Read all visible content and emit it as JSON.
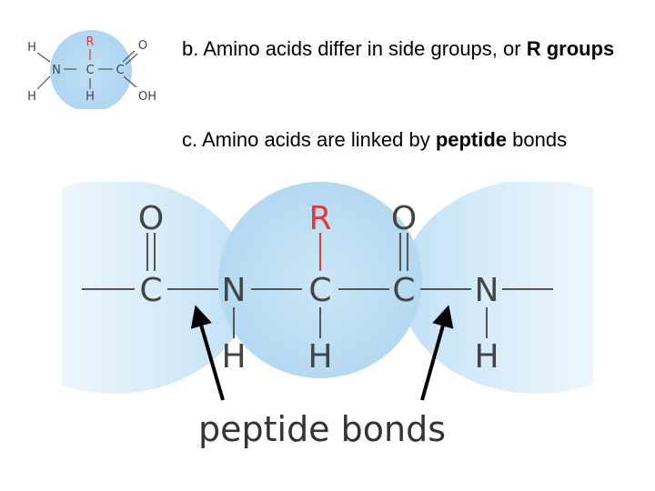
{
  "bullets": {
    "b": {
      "text": " b. Amino acids differ in side groups, or ",
      "bold": "R groups"
    },
    "c": {
      "text": "c. Amino acids are linked by ",
      "bold": "peptide",
      "tail": " bonds"
    }
  },
  "small_figure": {
    "atoms": {
      "r": "R",
      "h_top": "H",
      "h_bottom": "H",
      "n": "N",
      "c_alpha": "C",
      "c_carbonyl": "C",
      "h_c": "H",
      "o": "O",
      "oh": "OH"
    }
  },
  "peptide_figure": {
    "atoms": {
      "r": "R",
      "o1": "O",
      "o2": "O",
      "c1": "C",
      "n1": "N",
      "c_alpha": "C",
      "c2": "C",
      "n2": "N",
      "h1": "H",
      "h_alpha": "H",
      "h2": "H"
    },
    "caption": "peptide bonds"
  },
  "colors": {
    "circle": "#bfe0f5",
    "r_group": "#e0393e",
    "bond": "#555555",
    "atom": "#444444"
  }
}
